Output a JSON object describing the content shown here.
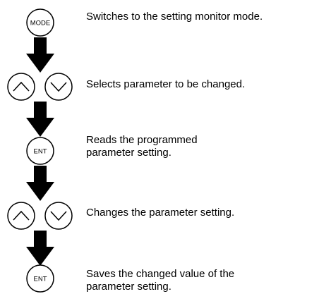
{
  "steps": [
    {
      "buttons": [
        {
          "icon": "mode-key",
          "label": "MODE"
        }
      ],
      "description": "Switches to the setting monitor mode."
    },
    {
      "buttons": [
        {
          "icon": "up-arrow-key",
          "label": ""
        },
        {
          "icon": "down-arrow-key",
          "label": ""
        }
      ],
      "description": "Selects parameter to be changed."
    },
    {
      "buttons": [
        {
          "icon": "enter-key",
          "label": "ENT"
        }
      ],
      "description": "Reads the programmed parameter setting."
    },
    {
      "buttons": [
        {
          "icon": "up-arrow-key",
          "label": ""
        },
        {
          "icon": "down-arrow-key",
          "label": ""
        }
      ],
      "description": "Changes the parameter setting."
    },
    {
      "buttons": [
        {
          "icon": "enter-key",
          "label": "ENT"
        }
      ],
      "description": "Saves the changed value of the parameter setting."
    }
  ],
  "colors": {
    "ink": "#000000",
    "background": "#ffffff"
  }
}
